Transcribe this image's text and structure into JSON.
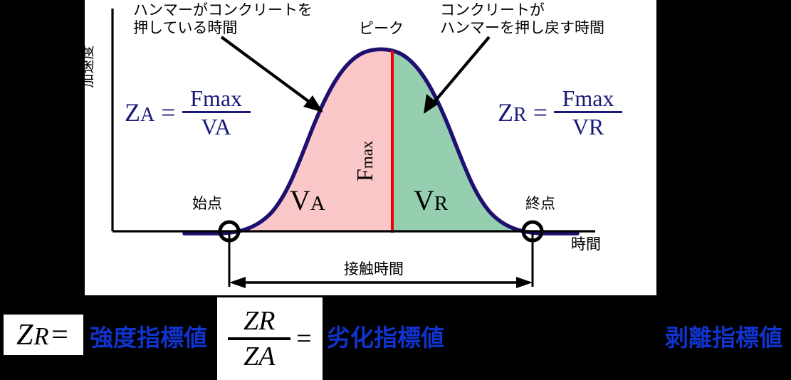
{
  "chart_data": {
    "type": "line",
    "title": "",
    "xlabel": "時間",
    "ylabel": "加速度",
    "grid": false,
    "legend": "none",
    "description": "Bell-shaped acceleration vs time curve for a hammer impact on concrete; area under curve split at the peak into VA (left, pink) and VR (right, green).",
    "annotations": [
      {
        "name": "peak",
        "label": "ピーク",
        "x": 0.5,
        "y": 1.0
      },
      {
        "name": "start-point",
        "label": "始点",
        "x": 0.0,
        "y": 0.0
      },
      {
        "name": "end-point",
        "label": "終点",
        "x": 1.0,
        "y": 0.0
      },
      {
        "name": "contact-time",
        "label": "接触時間"
      },
      {
        "name": "fmax-line",
        "label": "Fmax"
      },
      {
        "name": "area-left",
        "label": "VA"
      },
      {
        "name": "area-right",
        "label": "VR"
      },
      {
        "name": "left-callout",
        "label": "ハンマーがコンクリートを\n押している時間"
      },
      {
        "name": "right-callout",
        "label": "コンクリートが\nハンマーを押し戻す時間"
      }
    ],
    "series": [
      {
        "name": "acceleration",
        "x": [
          0,
          0.05,
          0.1,
          0.15,
          0.2,
          0.25,
          0.3,
          0.35,
          0.4,
          0.45,
          0.5,
          0.55,
          0.6,
          0.65,
          0.7,
          0.75,
          0.8,
          0.85,
          0.9,
          0.95,
          1.0
        ],
        "y": [
          0,
          0.02,
          0.06,
          0.13,
          0.25,
          0.41,
          0.58,
          0.75,
          0.89,
          0.97,
          1.0,
          0.97,
          0.89,
          0.75,
          0.58,
          0.41,
          0.25,
          0.13,
          0.06,
          0.02,
          0
        ]
      }
    ],
    "colors": {
      "curve": "#1f1070",
      "area_left": "#fac8c8",
      "area_right": "#95cfb0",
      "peak_line": "#ee0000",
      "axis": "#000000"
    }
  },
  "plot": {
    "y_axis_label": "加速度",
    "x_axis_label": "時間",
    "peak_label": "ピーク",
    "start_label": "始点",
    "end_label": "終点",
    "contact_time_label": "接触時間",
    "fmax_label_main": "F",
    "fmax_label_sub": "max",
    "area_left_label": "VA",
    "area_right_label": "VR",
    "callout_left_line1": "ハンマーがコンクリートを",
    "callout_left_line2": "押している時間",
    "callout_right_line1": "コンクリートが",
    "callout_right_line2": "ハンマーを押し戻す時間"
  },
  "formulas": {
    "za": {
      "lhs_main": "Z",
      "lhs_sub": "A",
      "equals": "=",
      "numerator_main": "F",
      "numerator_sub": "max",
      "denominator_main": "V",
      "denominator_sub": "A"
    },
    "zr": {
      "lhs_main": "Z",
      "lhs_sub": "R",
      "equals": "=",
      "numerator_main": "F",
      "numerator_sub": "max",
      "denominator_main": "V",
      "denominator_sub": "R"
    }
  },
  "bottom": {
    "zr_box_main": "Z",
    "zr_box_sub": "R",
    "zr_box_equals": "=",
    "strength_index": "強度指標値",
    "ratio_numerator": "ZR",
    "ratio_denominator": "ZA",
    "ratio_equals": "=",
    "deterioration_index": "劣化指標値",
    "delamination_index": "剥離指標値"
  },
  "colors": {
    "background": "#000000",
    "panel": "#ffffff",
    "formula_blue": "#1a1a78",
    "label_blue": "#1033cc",
    "curve": "#1f1070",
    "pink": "#fac8c8",
    "green": "#95cfb0",
    "red": "#ee0000"
  }
}
